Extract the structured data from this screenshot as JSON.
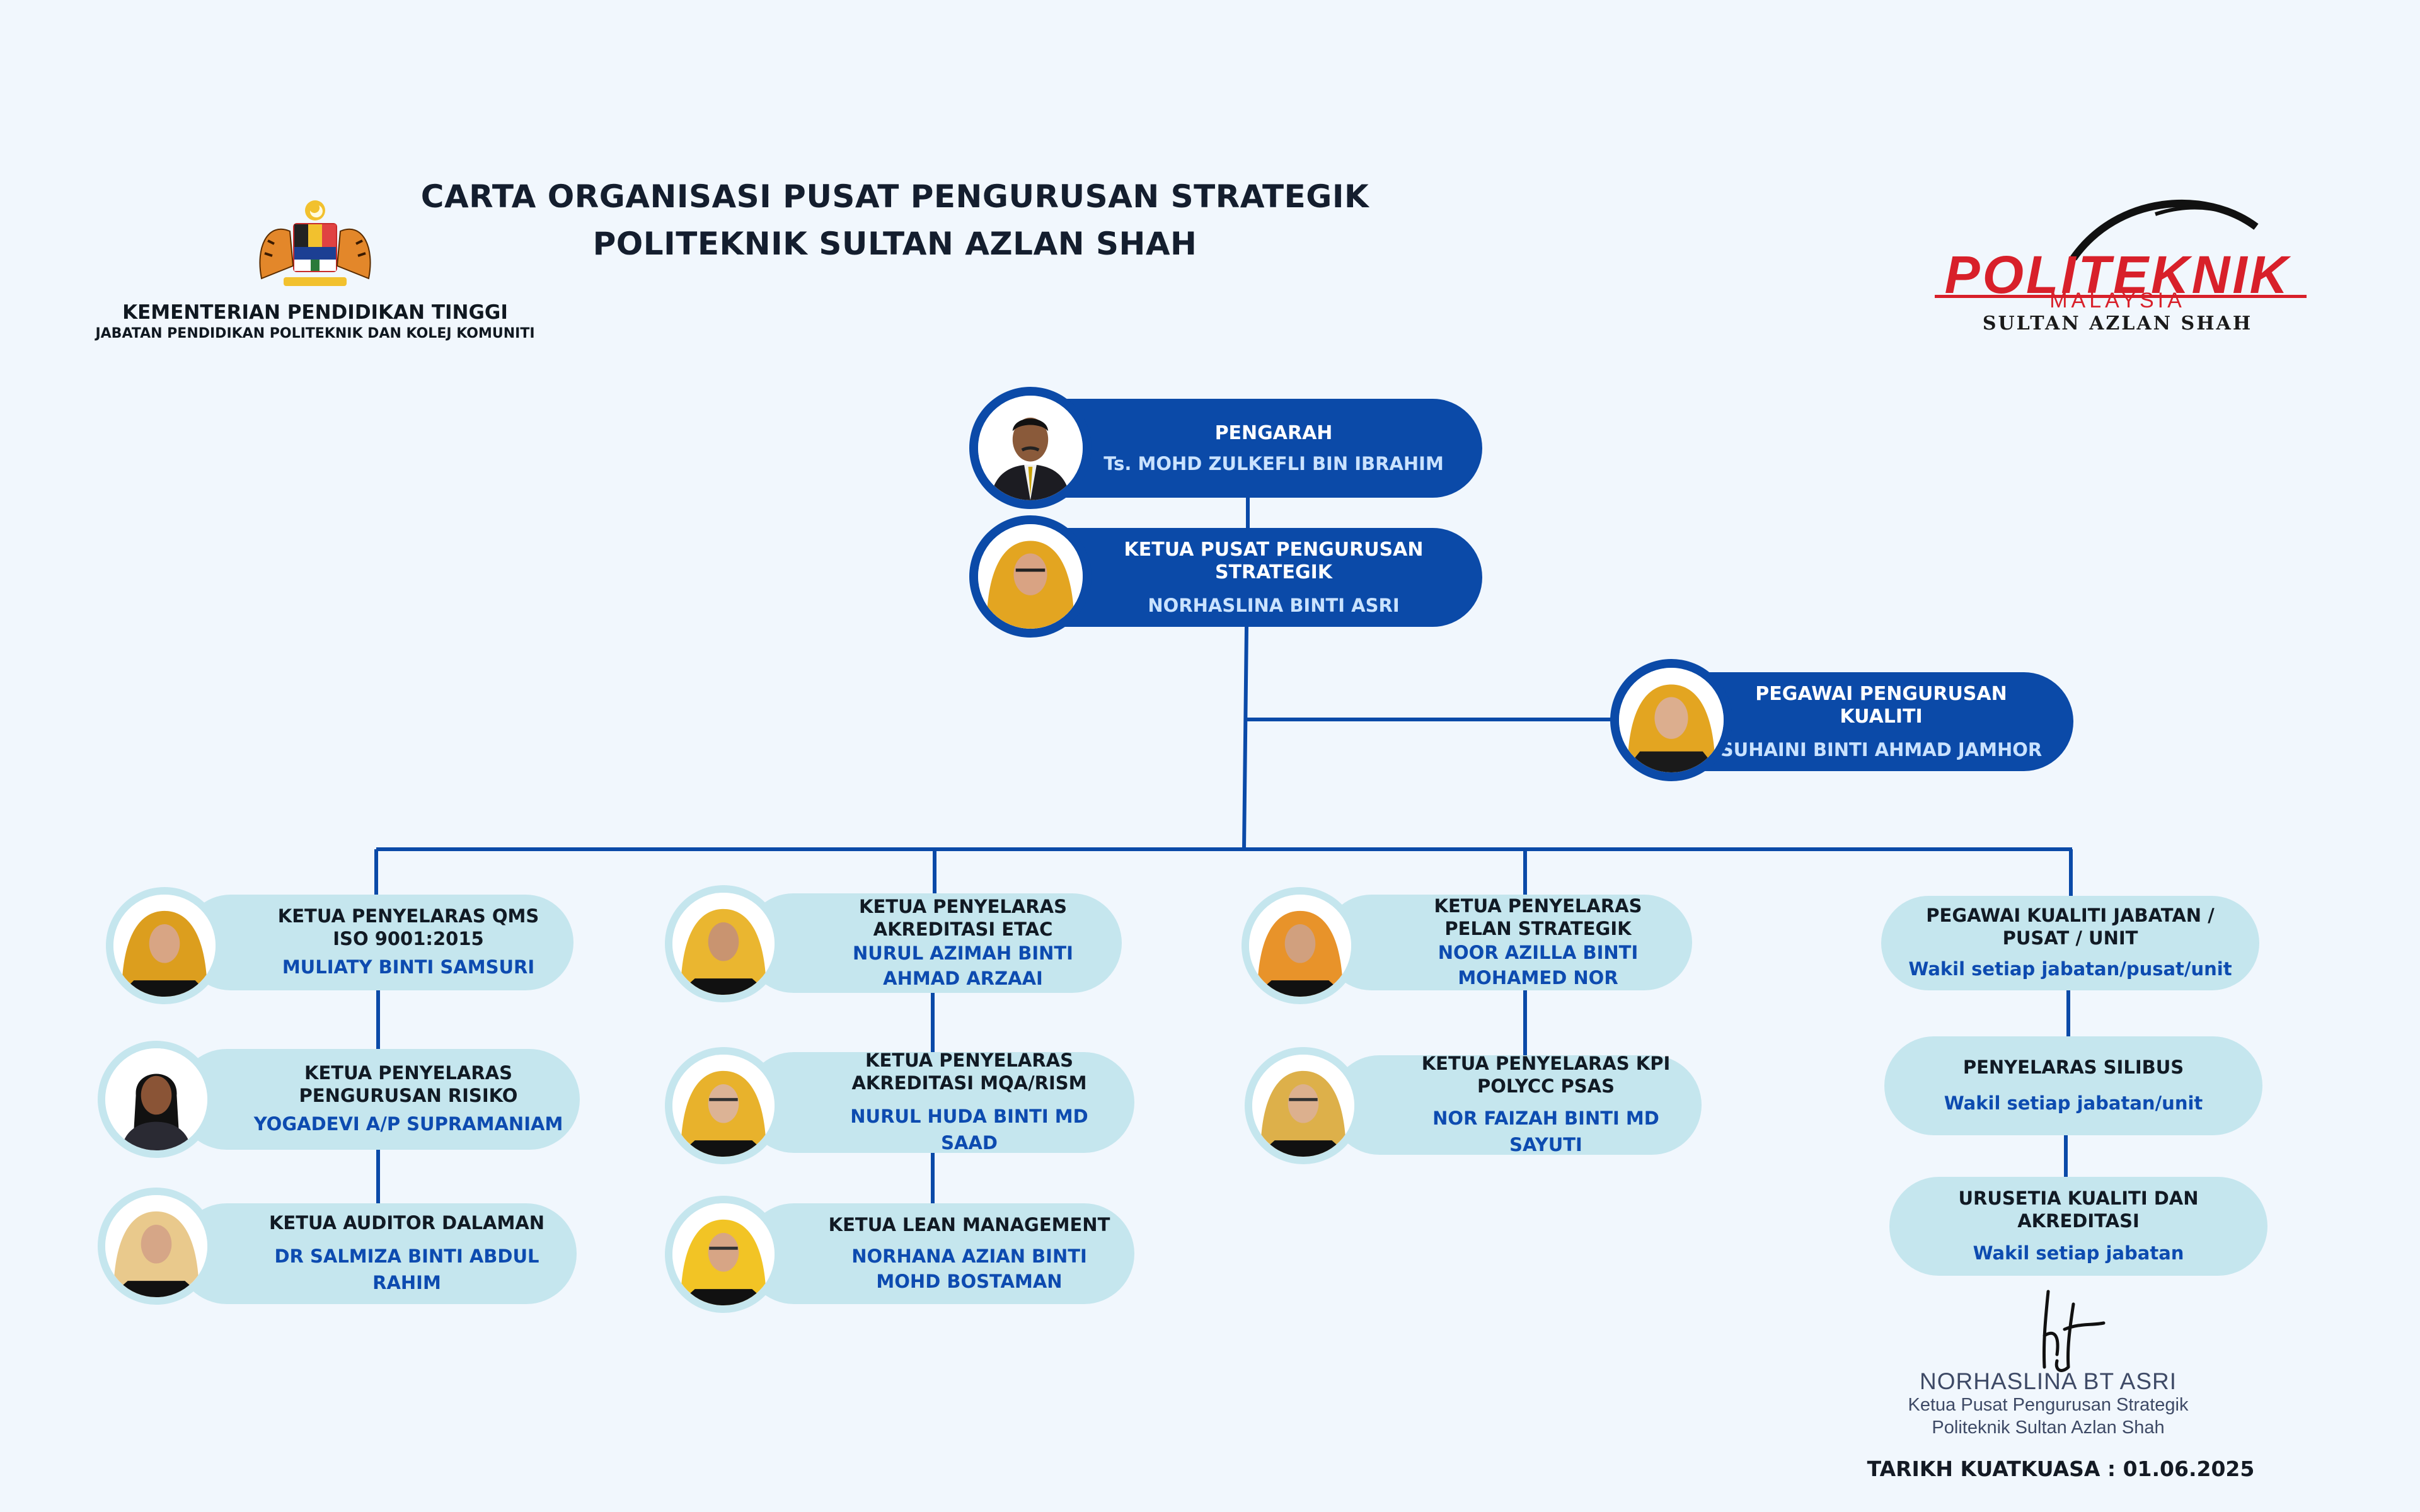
{
  "header": {
    "title_line1": "CARTA ORGANISASI PUSAT PENGURUSAN STRATEGIK",
    "title_line2": "POLITEKNIK SULTAN AZLAN SHAH",
    "ministry_name": "KEMENTERIAN PENDIDIKAN TINGGI",
    "department_name": "JABATAN PENDIDIKAN POLITEKNIK DAN KOLEJ KOMUNITI",
    "logo_word": "POLITEKNIK",
    "logo_country": "MALAYSIA",
    "logo_campus": "SULTAN AZLAN SHAH",
    "logo_color": "#d8202a"
  },
  "top": {
    "director": {
      "role": "PENGARAH",
      "name": "Ts. MOHD ZULKEFLI BIN IBRAHIM"
    },
    "head": {
      "role": "KETUA PUSAT PENGURUSAN STRATEGIK",
      "name": "NORHASLINA BINTI ASRI"
    },
    "quality_officer": {
      "role": "PEGAWAI PENGURUSAN KUALITI",
      "name": "SUHAINI BINTI AHMAD JAMHOR"
    }
  },
  "columns": [
    [
      {
        "role": "KETUA PENYELARAS QMS ISO 9001:2015",
        "name": "MULIATY BINTI SAMSURI"
      },
      {
        "role": "KETUA PENYELARAS PENGURUSAN RISIKO",
        "name": "YOGADEVI A/P SUPRAMANIAM"
      },
      {
        "role": "KETUA AUDITOR DALAMAN",
        "name": "DR SALMIZA BINTI  ABDUL RAHIM"
      }
    ],
    [
      {
        "role": "KETUA PENYELARAS AKREDITASI ETAC",
        "name": "NURUL AZIMAH BINTI AHMAD ARZAAI"
      },
      {
        "role": "KETUA PENYELARAS AKREDITASI MQA/RISM",
        "name": "NURUL HUDA BINTI MD SAAD"
      },
      {
        "role": "KETUA LEAN MANAGEMENT",
        "name": "NORHANA AZIAN BINTI MOHD BOSTAMAN"
      }
    ],
    [
      {
        "role": "KETUA PENYELARAS PELAN STRATEGIK",
        "name": "NOOR AZILLA BINTI MOHAMED NOR"
      },
      {
        "role": "KETUA PENYELARAS KPI POLYCC PSAS",
        "name": "NOR FAIZAH BINTI MD SAYUTI"
      }
    ],
    [
      {
        "role": "PEGAWAI KUALITI JABATAN / PUSAT / UNIT",
        "name": "Wakil setiap jabatan/pusat/unit"
      },
      {
        "role": "PENYELARAS SILIBUS",
        "name": "Wakil setiap jabatan/unit"
      },
      {
        "role": "URUSETIA KUALITI DAN AKREDITASI",
        "name": "Wakil setiap jabatan"
      }
    ]
  ],
  "signature": {
    "name": "NORHASLINA BT ASRI",
    "title": "Ketua Pusat Pengurusan Strategik",
    "institution": "Politeknik Sultan Azlan Shah",
    "effective_date": "TARIKH KUATKUASA : 01.06.2025"
  },
  "colors": {
    "dark_box": "#0b4aa8",
    "light_box": "#c5e6ee",
    "connector": "#0b4aa8"
  }
}
